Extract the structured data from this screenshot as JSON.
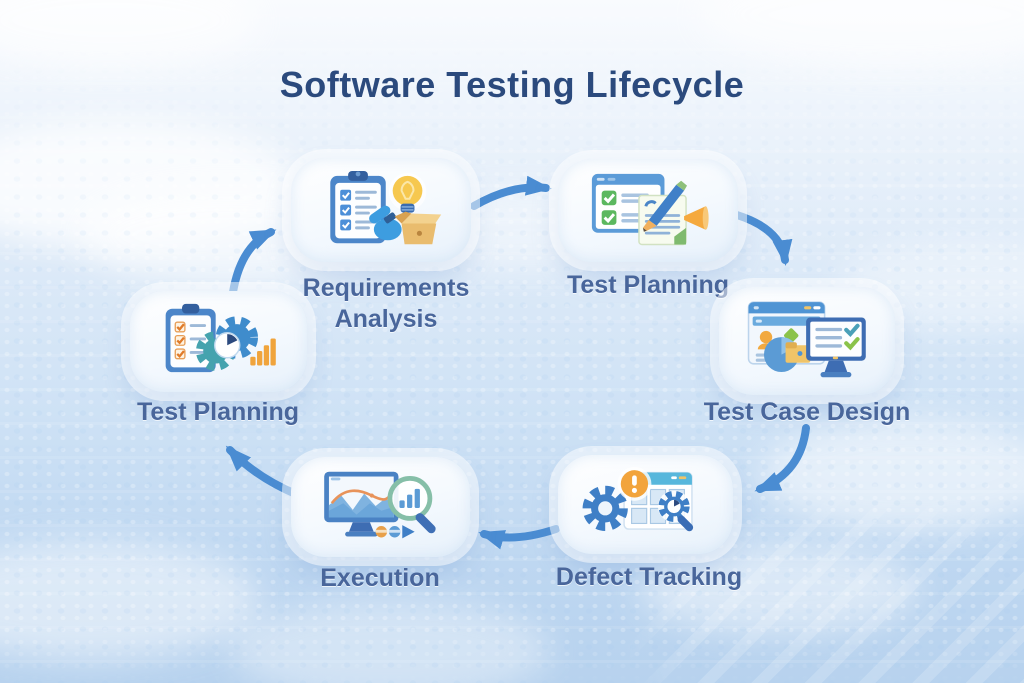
{
  "title": "Software Testing Lifecycle",
  "colors": {
    "title_text": "#2b4a7d",
    "label_text": "#49669b",
    "arrow": "#4a8cd2",
    "background_top": "#f9fbfe",
    "background_bottom": "#b7d2ee",
    "card_fill": "#ffffff",
    "accent_orange": "#f0a43c",
    "accent_green": "#5cb85f",
    "accent_blue": "#3f7fc6"
  },
  "stages": [
    {
      "label": "Requirements Analysis",
      "icon": "requirements-analysis-icon"
    },
    {
      "label": "Test Planning",
      "icon": "test-planning-icon"
    },
    {
      "label": "Test Case Design",
      "icon": "test-case-design-icon"
    },
    {
      "label": "Defect Tracking",
      "icon": "defect-tracking-icon"
    },
    {
      "label": "Execution",
      "icon": "execution-icon"
    },
    {
      "label": "Test Planning",
      "icon": "test-planning-gears-icon"
    }
  ],
  "flow": [
    {
      "from": "Requirements Analysis",
      "to": "Test Planning (top)"
    },
    {
      "from": "Test Planning (top)",
      "to": "Test Case Design"
    },
    {
      "from": "Test Case Design",
      "to": "Defect Tracking"
    },
    {
      "from": "Defect Tracking",
      "to": "Execution"
    },
    {
      "from": "Execution",
      "to": "Test Planning (left)"
    },
    {
      "from": "Test Planning (left)",
      "to": "Requirements Analysis"
    }
  ]
}
